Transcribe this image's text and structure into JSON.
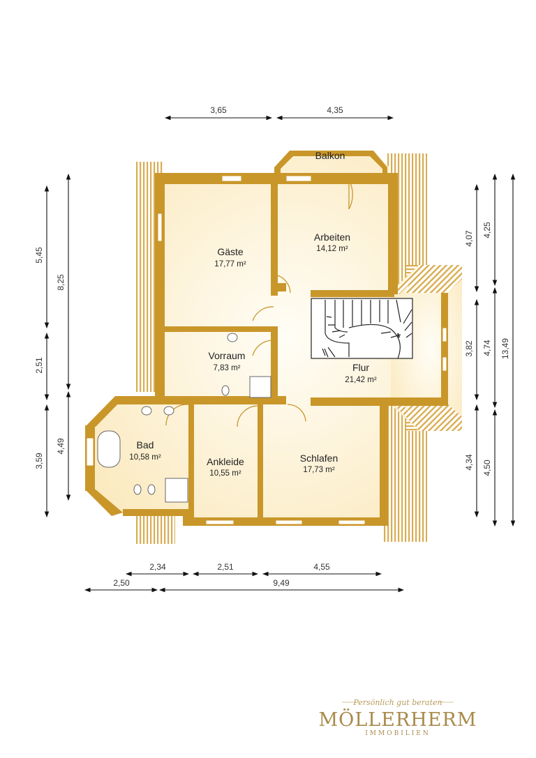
{
  "rooms": {
    "balkon": {
      "name": "Balkon"
    },
    "gaeste": {
      "name": "Gäste",
      "area": "17,77 m²"
    },
    "arbeiten": {
      "name": "Arbeiten",
      "area": "14,12 m²"
    },
    "vorraum": {
      "name": "Vorraum",
      "area": "7,83 m²"
    },
    "flur": {
      "name": "Flur",
      "area": "21,42 m²"
    },
    "bad": {
      "name": "Bad",
      "area": "10,58 m²"
    },
    "ankleide": {
      "name": "Ankleide",
      "area": "10,55 m²"
    },
    "schlafen": {
      "name": "Schlafen",
      "area": "17,73 m²"
    }
  },
  "dimensions": {
    "top": [
      "3,65",
      "4,35"
    ],
    "bottom_inner": [
      "2,34",
      "2,51",
      "4,55"
    ],
    "bottom_outer": [
      "2,50",
      "9,49"
    ],
    "left_inner": [
      "5,45",
      "2,51",
      "3,59"
    ],
    "left_outer": [
      "8,25",
      "4,49"
    ],
    "right_inner": [
      "4,07",
      "3,82",
      "4,34"
    ],
    "right_mid": [
      "4,25",
      "4,74",
      "4,50"
    ],
    "right_outer": [
      "13,49"
    ]
  },
  "branding": {
    "tagline": "Persönlich gut beraten",
    "name": "MÖLLERHERM",
    "sub": "IMMOBILIEN"
  },
  "colors": {
    "wall": "#c9962a",
    "floor": "#fdf3d6",
    "roof_hatch": "#d4a84a",
    "window": "#ffffff"
  }
}
